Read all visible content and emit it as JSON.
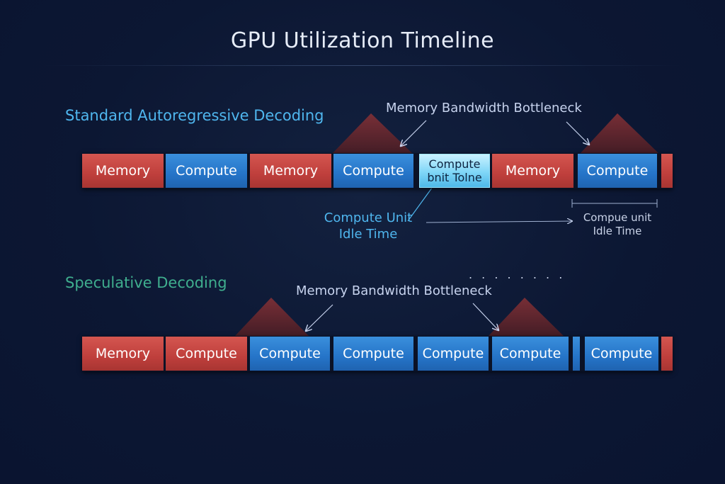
{
  "title": "GPU Utilization Timeline",
  "colors": {
    "memory": "#c9443f",
    "compute": "#2a7bd0",
    "idle": "#8fdcf8",
    "standard_label": "#4fb6ee",
    "speculative_label": "#3fae8e",
    "bottleneck_shading": "#6b2a2e"
  },
  "standard": {
    "label": "Standard Autoregressive Decoding",
    "bottleneck_label": "Memory Bandwidth Bottleneck",
    "segments": [
      {
        "kind": "memory",
        "label": "Memory"
      },
      {
        "kind": "compute",
        "label": "Compute"
      },
      {
        "kind": "memory",
        "label": "Memory"
      },
      {
        "kind": "compute",
        "label": "Compute"
      },
      {
        "kind": "idle",
        "label_line1": "Compute",
        "label_line2": "bnit Tolne"
      },
      {
        "kind": "memory",
        "label": "Memory"
      },
      {
        "kind": "compute",
        "label": "Compute"
      }
    ],
    "idle_callout": {
      "line1": "Compute Unit",
      "line2": "Idle Time"
    },
    "idle_callout_right": {
      "line1": "Compue unit",
      "line2": "Idle Time"
    }
  },
  "speculative": {
    "label": "Speculative Decoding",
    "bottleneck_label": "Memory Bandwidth Bottleneck",
    "dots": ". . . . . . . .",
    "segments": [
      {
        "kind": "memory",
        "label": "Memory"
      },
      {
        "kind": "memory",
        "label": "Compute"
      },
      {
        "kind": "compute",
        "label": "Compute"
      },
      {
        "kind": "compute",
        "label": "Compute"
      },
      {
        "kind": "compute",
        "label": "Compute"
      },
      {
        "kind": "compute",
        "label": "Compute"
      },
      {
        "kind": "compute",
        "label": "Compute"
      }
    ]
  }
}
